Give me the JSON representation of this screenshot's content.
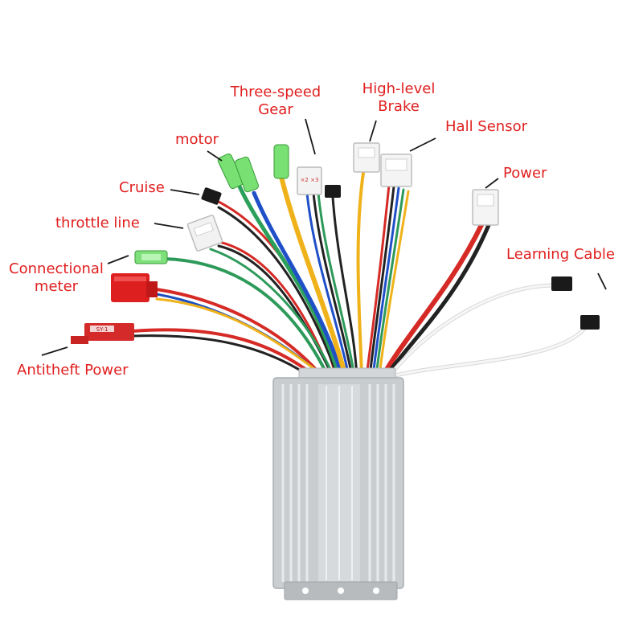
{
  "colors": {
    "label": "#e01f1f",
    "housing": "#c9cdd0",
    "leader": "#1a1a1a"
  },
  "labels": {
    "three_speed_line1": "Three-speed",
    "three_speed_line2": "Gear",
    "high_level_line1": "High-level",
    "high_level_line2": "Brake",
    "hall_sensor": "Hall Sensor",
    "motor": "motor",
    "cruise": "Cruise",
    "power": "Power",
    "throttle_line": "throttle line",
    "learning_cable": "Learning Cable",
    "connectional_line1": "Connectional",
    "connectional_line2": "meter",
    "antitheft_power": "Antitheft Power"
  },
  "connector_text": {
    "three_speed_print": "×2 ×3",
    "antitheft_print": "SY-1"
  }
}
